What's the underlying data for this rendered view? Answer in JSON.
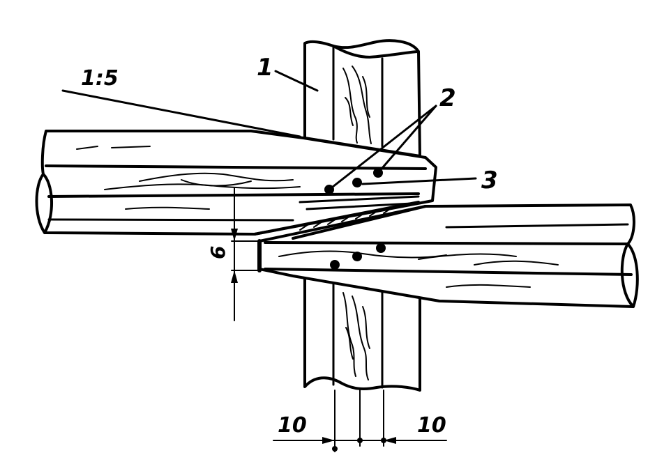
{
  "labels": {
    "part_1": "1",
    "part_2": "2",
    "part_3": "3",
    "slope": "1:5",
    "dim_gap": "6",
    "dim_left": "10",
    "dim_right": "10"
  },
  "colors": {
    "ink": "#000000",
    "paper": "#ffffff"
  }
}
